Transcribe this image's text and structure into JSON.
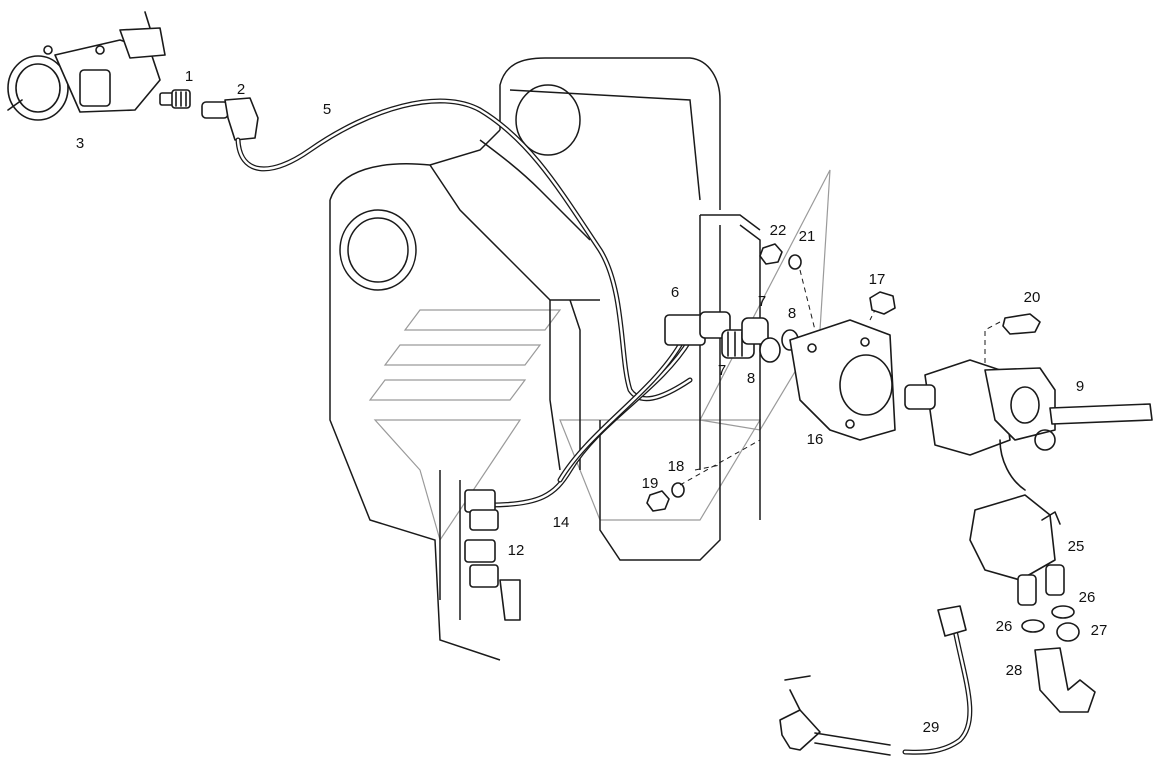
{
  "diagram": {
    "callouts": [
      {
        "id": "c1",
        "text": "1"
      },
      {
        "id": "c2",
        "text": "2"
      },
      {
        "id": "c3",
        "text": "3"
      },
      {
        "id": "c5",
        "text": "5"
      },
      {
        "id": "c6",
        "text": "6"
      },
      {
        "id": "c7a",
        "text": "7"
      },
      {
        "id": "c7b",
        "text": "7"
      },
      {
        "id": "c8a",
        "text": "8"
      },
      {
        "id": "c8b",
        "text": "8"
      },
      {
        "id": "c9",
        "text": "9"
      },
      {
        "id": "c12",
        "text": "12"
      },
      {
        "id": "c14",
        "text": "14"
      },
      {
        "id": "c16",
        "text": "16"
      },
      {
        "id": "c17",
        "text": "17"
      },
      {
        "id": "c18",
        "text": "18"
      },
      {
        "id": "c19",
        "text": "19"
      },
      {
        "id": "c20",
        "text": "20"
      },
      {
        "id": "c21",
        "text": "21"
      },
      {
        "id": "c22",
        "text": "22"
      },
      {
        "id": "c25",
        "text": "25"
      },
      {
        "id": "c26a",
        "text": "26"
      },
      {
        "id": "c26b",
        "text": "26"
      },
      {
        "id": "c27",
        "text": "27"
      },
      {
        "id": "c28",
        "text": "28"
      },
      {
        "id": "c29",
        "text": "29"
      }
    ]
  }
}
